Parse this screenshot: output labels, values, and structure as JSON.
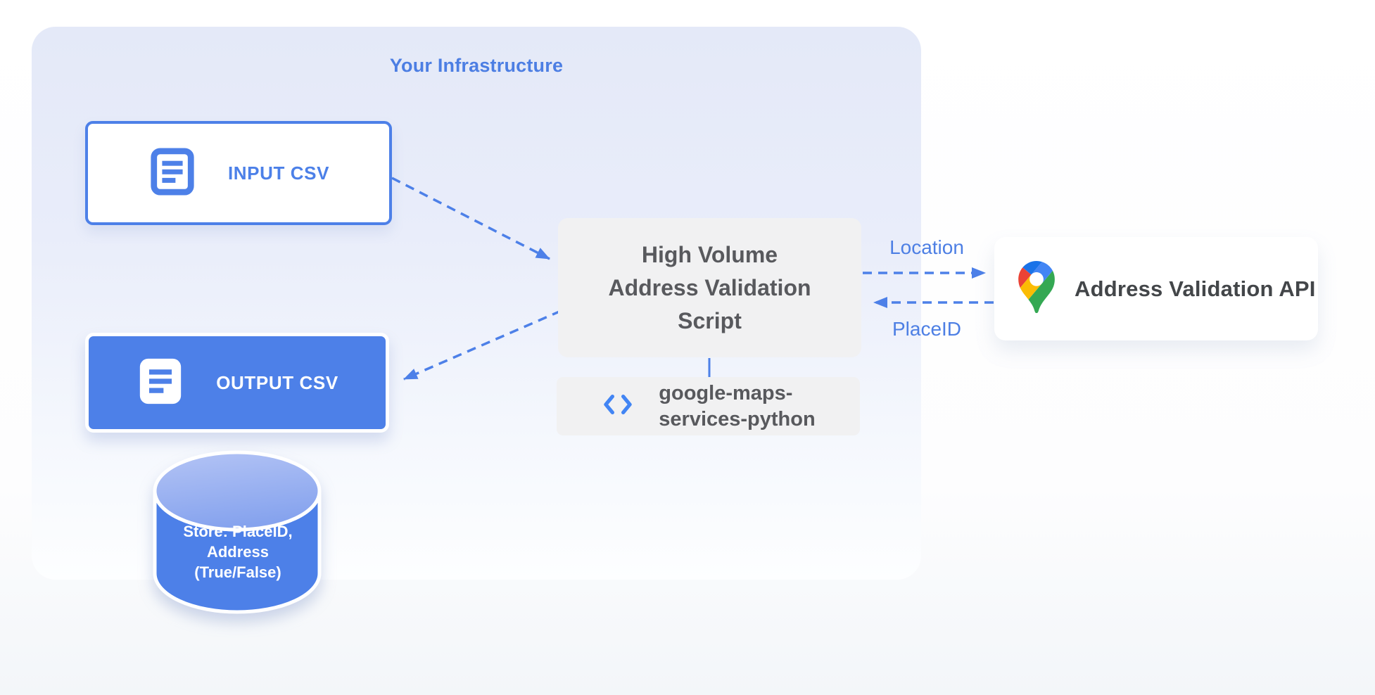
{
  "infrastructure": {
    "title": "Your Infrastructure"
  },
  "nodes": {
    "input_csv": {
      "label": "INPUT CSV",
      "icon": "document-icon"
    },
    "output_csv": {
      "label": "OUTPUT CSV",
      "icon": "document-icon"
    },
    "datastore": {
      "icon": "database-cylinder",
      "lines": [
        "Store: PlaceID,",
        "Address",
        "(True/False)"
      ]
    },
    "script": {
      "lines": [
        "High Volume",
        "Address Validation",
        "Script"
      ]
    },
    "library": {
      "icon": "code-chevrons-icon",
      "lines": [
        "google-maps-",
        "services-python"
      ]
    },
    "api": {
      "label": "Address Validation API",
      "icon": "google-maps-pin-icon"
    }
  },
  "edges": {
    "location_label": "Location",
    "placeid_label": "PlaceID"
  },
  "colors": {
    "primary_blue": "#4d80e8",
    "title_blue": "#4c7ee3",
    "edge_label_blue": "#4d7fe4",
    "node_gray_bg": "#f1f1f2",
    "node_gray_text": "#58595d",
    "api_text": "#434649",
    "infra_bg_top": "#e4e9f8",
    "cylinder_top_light": "#a9bcf2",
    "maps_pin_red": "#ea4335",
    "maps_pin_blue": "#4285f4",
    "maps_pin_dark_blue": "#1a73e8",
    "maps_pin_yellow": "#fbbc04",
    "maps_pin_green": "#34a853"
  }
}
